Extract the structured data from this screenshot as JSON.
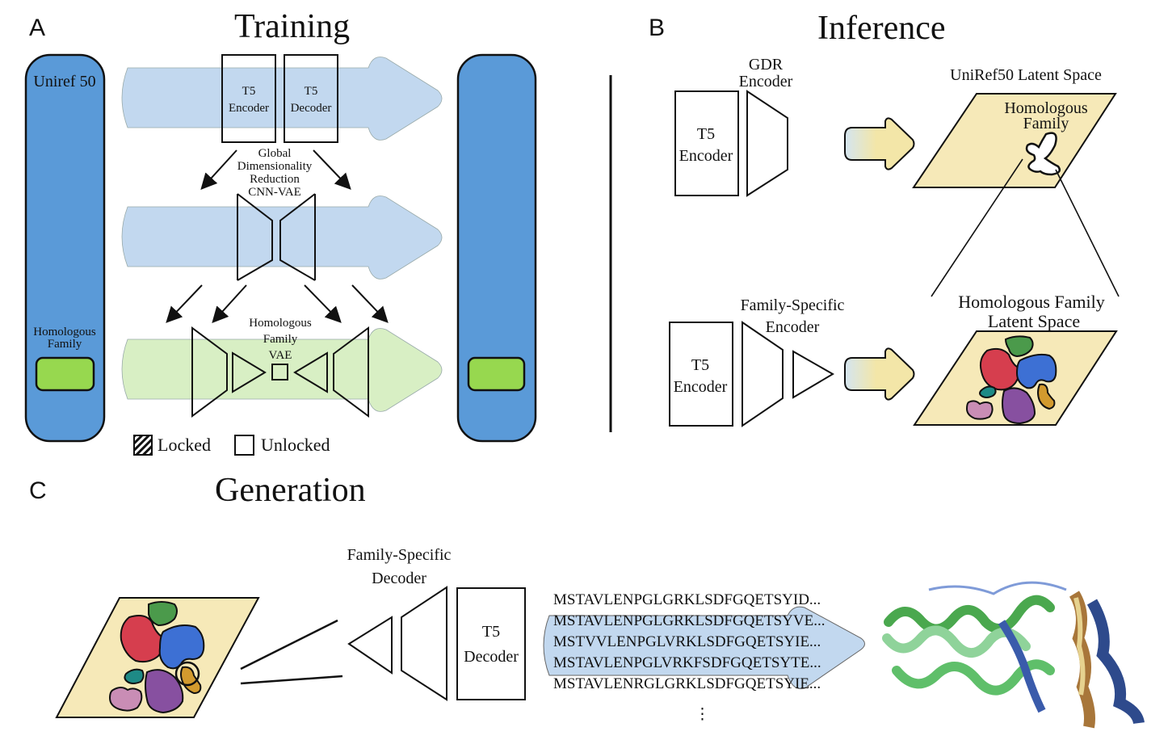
{
  "panels": {
    "a": {
      "letter": "A",
      "title": "Training",
      "db_left_label": "Uniref 50",
      "db_left_sublabel_line1": "Homologous",
      "db_left_sublabel_line2": "Family",
      "t5_encoder_line1": "T5",
      "t5_encoder_line2": "Encoder",
      "t5_decoder_line1": "T5",
      "t5_decoder_line2": "Decoder",
      "gdr_line1": "Global",
      "gdr_line2": "Dimensionality",
      "gdr_line3": "Reduction",
      "gdr_line4": "CNN-VAE",
      "hf_vae_line1": "Homologous",
      "hf_vae_line2": "Family",
      "hf_vae_line3": "VAE",
      "legend": {
        "locked": "Locked",
        "unlocked": "Unlocked"
      },
      "colors": {
        "database_blue": "#5a9ad8",
        "arrow_blue": "#c2d8ef",
        "arrow_green": "#d8efc4",
        "family_green": "#97d84f"
      }
    },
    "b": {
      "letter": "B",
      "title": "Inference",
      "gdr_encoder_line1": "GDR",
      "gdr_encoder_line2": "Encoder",
      "t5_encoder_line1": "T5",
      "t5_encoder_line2": "Encoder",
      "uniref_space_label": "UniRef50 Latent Space",
      "homologous_line1": "Homologous",
      "homologous_line2": "Family",
      "fs_encoder_line1": "Family-Specific",
      "fs_encoder_line2": "Encoder",
      "t5_encoder2_line1": "T5",
      "t5_encoder2_line2": "Encoder",
      "hf_space_line1": "Homologous Family",
      "hf_space_line2": "Latent Space",
      "colors": {
        "plane": "#f6e9b8",
        "cluster_red": "#d63e4e",
        "cluster_green": "#4b9a4b",
        "cluster_blue": "#3d70d4",
        "cluster_teal": "#1e8a86",
        "cluster_purple": "#8750a0",
        "cluster_orange": "#d29a2e",
        "cluster_pink": "#c98db5"
      }
    },
    "c": {
      "letter": "C",
      "title": "Generation",
      "fs_decoder_line1": "Family-Specific",
      "fs_decoder_line2": "Decoder",
      "t5_decoder_line1": "T5",
      "t5_decoder_line2": "Decoder",
      "sequences": [
        "MSTAVLENPGLGRKLSDFGQETSYID...",
        "MSTAVLENPGLGRKLSDFGQETSYVE...",
        "MSTVVLENPGLVRKLSDFGQETSYIE...",
        "MSTAVLENPGLVRKFSDFGQETSYTE...",
        "MSTAVLENRGLGRKLSDFGQETSYIE..."
      ],
      "ellipsis": "⋮"
    }
  }
}
